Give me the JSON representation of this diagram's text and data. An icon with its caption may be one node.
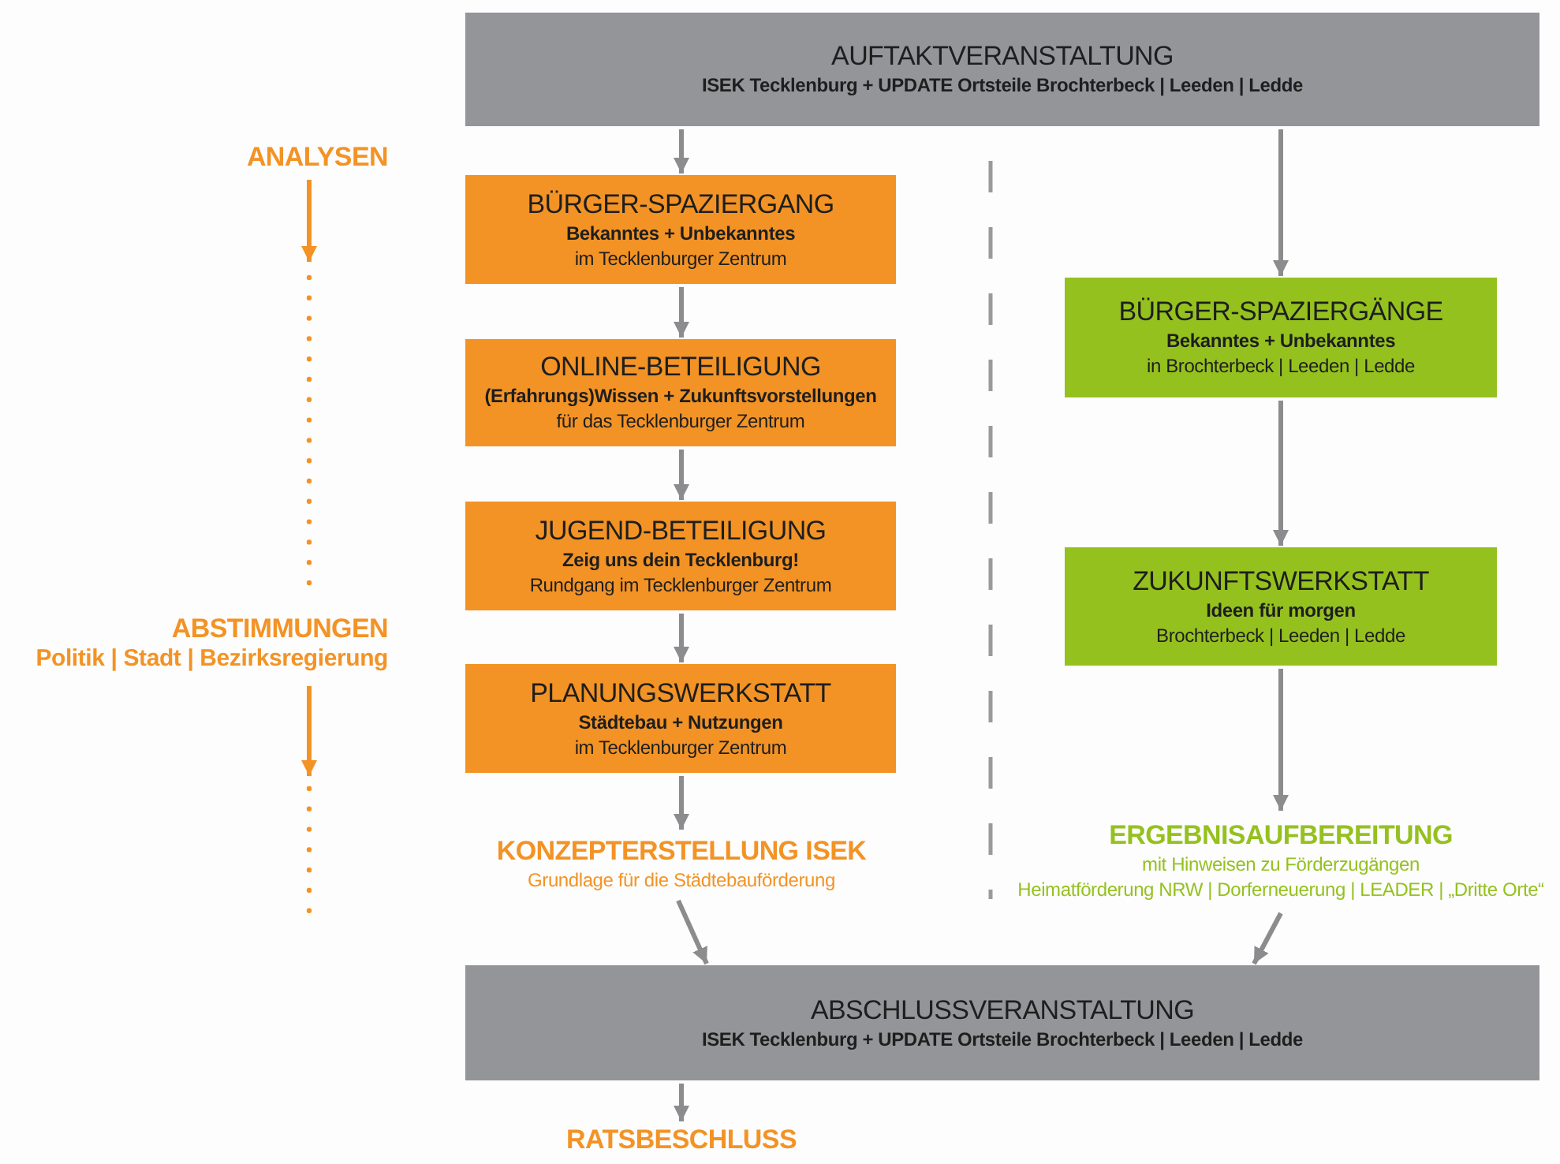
{
  "diagram": {
    "nodes": [
      {
        "text": [
          "AUFTAKTVERANSTALTUNG",
          "ISEK Tecklenburg + UPDATE Ortsteile Brochterbeck | Leeden | Ledde"
        ]
      },
      {
        "text": [
          "BÜRGER-SPAZIERGANG",
          "Bekanntes + Unbekanntes",
          "im Tecklenburger Zentrum"
        ]
      },
      {
        "text": [
          "ONLINE-BETEILIGUNG",
          "(Erfahrungs)Wissen + Zukunftsvorstellungen",
          "für das Tecklenburger Zentrum"
        ]
      },
      {
        "text": [
          "JUGEND-BETEILIGUNG",
          "Zeig uns dein Tecklenburg!",
          "Rundgang im Tecklenburger Zentrum"
        ]
      },
      {
        "text": [
          "PLANUNGSWERKSTATT",
          "Städtebau + Nutzungen",
          "im Tecklenburger Zentrum"
        ]
      },
      {
        "text": [
          "KONZEPTERSTELLUNG ISEK",
          "Grundlage für die Städtebauförderung"
        ]
      },
      {
        "text": [
          "BÜRGER-SPAZIERGÄNGE",
          "Bekanntes + Unbekanntes",
          "in Brochterbeck | Leeden | Ledde"
        ]
      },
      {
        "text": [
          "ZUKUNFTSWERKSTATT",
          "Ideen für morgen",
          "Brochterbeck | Leeden | Ledde"
        ]
      },
      {
        "text": [
          "ERGEBNISAUFBEREITUNG",
          "mit Hinweisen zu Förderzugängen",
          "Heimatförderung NRW | Dorferneuerung | LEADER | „Dritte Orte“"
        ]
      },
      {
        "text": [
          "ABSCHLUSSVERANSTALTUNG",
          "ISEK Tecklenburg + UPDATE Ortsteile Brochterbeck | Leeden | Ledde"
        ]
      },
      {
        "text": [
          "RATSBESCHLUSS"
        ]
      },
      {
        "text": [
          "ANALYSEN"
        ]
      },
      {
        "text": [
          "ABSTIMMUNGEN",
          "Politik | Stadt | Bezirksregierung"
        ]
      }
    ],
    "edges": [
      {
        "from": 0,
        "to": 1,
        "arrow": "to"
      },
      {
        "from": 1,
        "to": 2,
        "arrow": "to"
      },
      {
        "from": 2,
        "to": 3,
        "arrow": "to"
      },
      {
        "from": 3,
        "to": 4,
        "arrow": "to"
      },
      {
        "from": 4,
        "to": 5,
        "arrow": "to"
      },
      {
        "from": 0,
        "to": 6,
        "arrow": "to"
      },
      {
        "from": 6,
        "to": 7,
        "arrow": "to"
      },
      {
        "from": 7,
        "to": 8,
        "arrow": "to"
      },
      {
        "from": 5,
        "to": 9,
        "arrow": "to"
      },
      {
        "from": 8,
        "to": 9,
        "arrow": "to"
      },
      {
        "from": 9,
        "to": 10,
        "arrow": "to"
      },
      {
        "from": 11,
        "to": null,
        "arrow": "to",
        "color": "#f39325"
      },
      {
        "from": 12,
        "to": null,
        "arrow": "to",
        "color": "#f39325"
      }
    ]
  }
}
